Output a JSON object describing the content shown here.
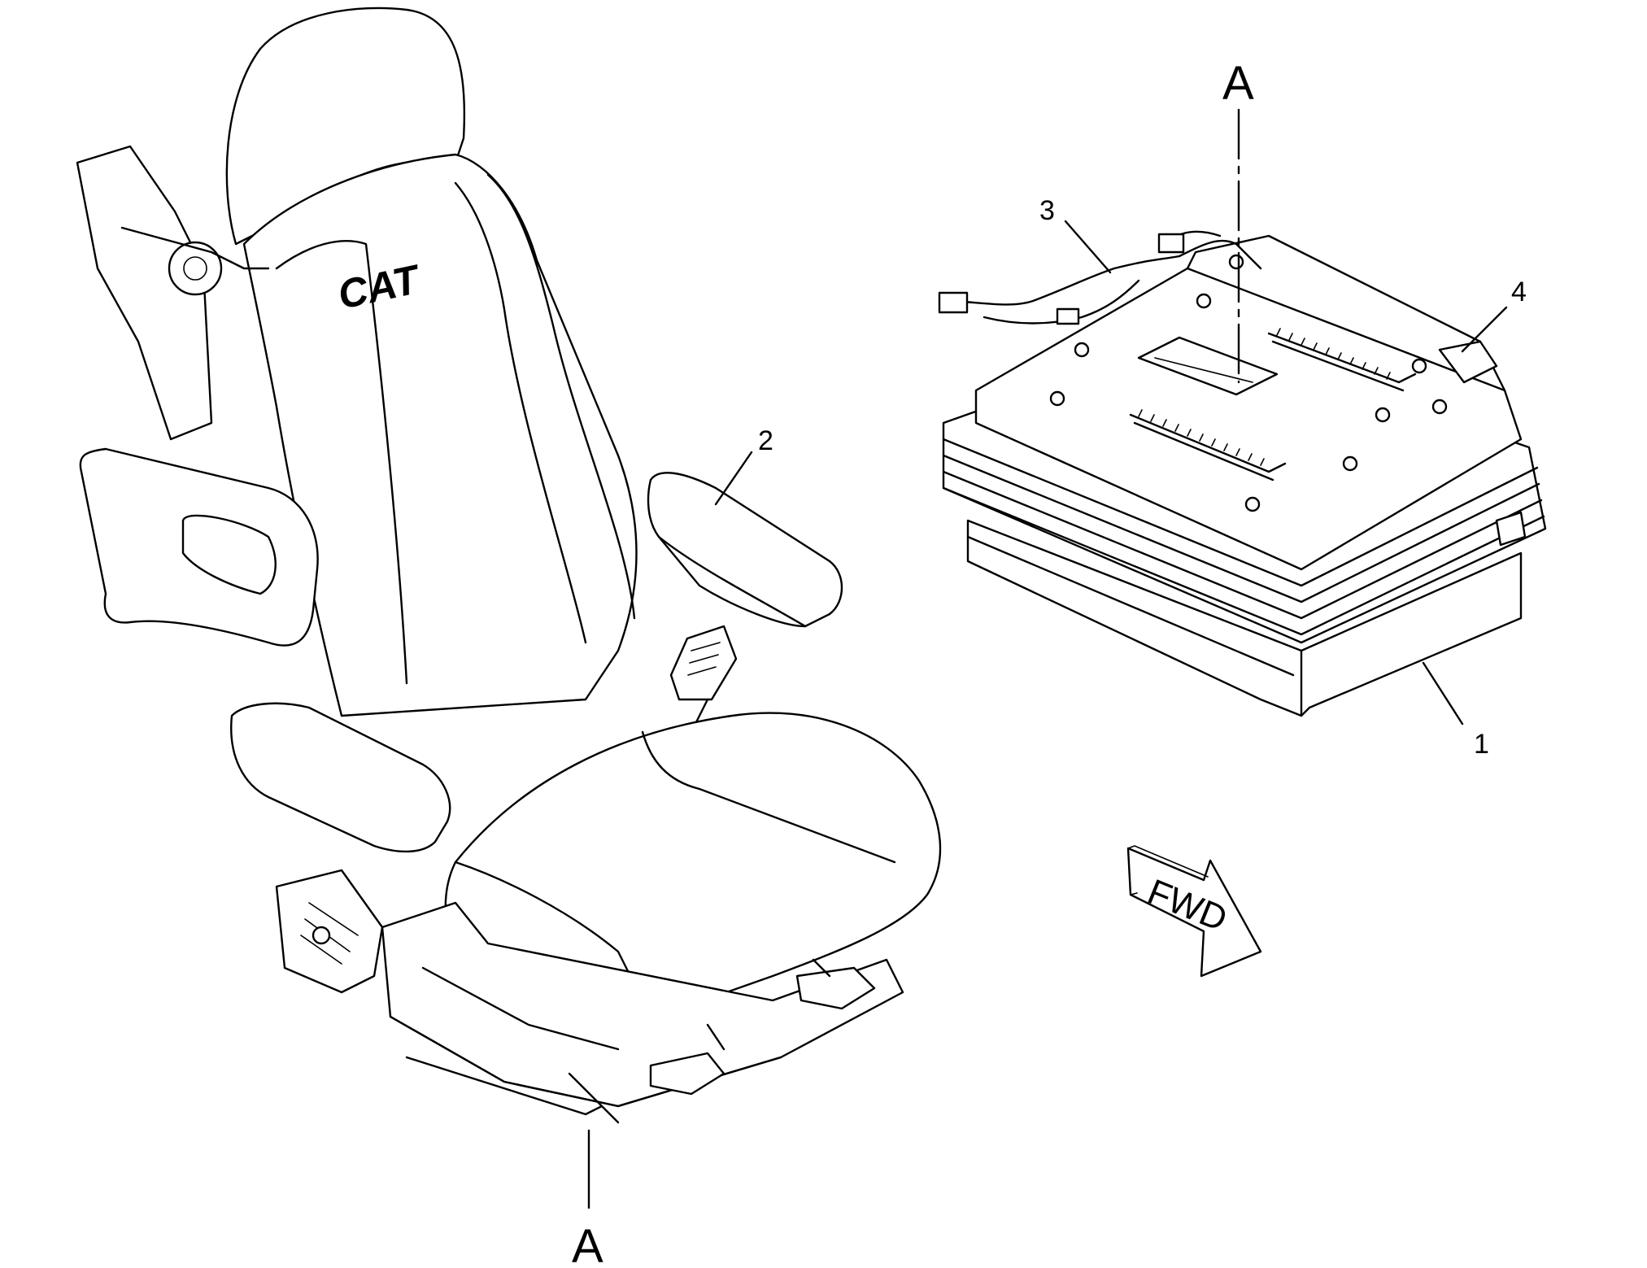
{
  "labels": {
    "section_top": "A",
    "section_bottom": "A",
    "callout_1": "1",
    "callout_2": "2",
    "callout_3": "3",
    "callout_4": "4",
    "forward_arrow": "FWD",
    "seat_logo": "CAT"
  },
  "icons": {
    "direction": "forward-arrow-icon"
  }
}
